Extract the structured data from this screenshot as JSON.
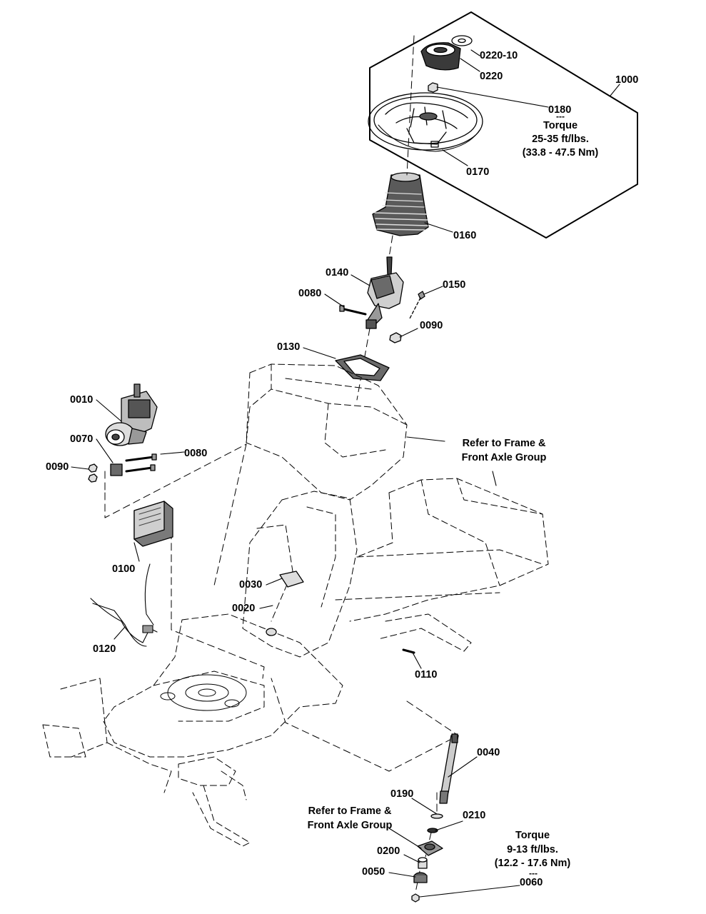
{
  "diagram": {
    "callouts": {
      "p0220_10": "0220-10",
      "p0220": "0220",
      "p1000": "1000",
      "p0180": "0180",
      "torque_top_dash": "---",
      "torque_top_title": "Torque",
      "torque_top_ft": "25-35 ft/lbs.",
      "torque_top_nm": "(33.8 - 47.5 Nm)",
      "p0170": "0170",
      "p0160": "0160",
      "p0140": "0140",
      "p0150": "0150",
      "p0080_top": "0080",
      "p0090_top": "0090",
      "p0130": "0130",
      "p0010": "0010",
      "p0070": "0070",
      "p0080_left": "0080",
      "p0090_left": "0090",
      "ref_frame_top_1": "Refer to Frame &",
      "ref_frame_top_2": "Front Axle Group",
      "p0100": "0100",
      "p0030": "0030",
      "p0020": "0020",
      "p0120": "0120",
      "p0110": "0110",
      "p0040": "0040",
      "p0190": "0190",
      "ref_frame_bot_1": "Refer to Frame &",
      "ref_frame_bot_2": "Front Axle Group",
      "p0210": "0210",
      "torque_bot_title": "Torque",
      "torque_bot_ft": "9-13 ft/lbs.",
      "torque_bot_nm": "(12.2 - 17.6 Nm)",
      "torque_bot_dash": "---",
      "p0200": "0200",
      "p0050": "0050",
      "p0060": "0060"
    }
  }
}
